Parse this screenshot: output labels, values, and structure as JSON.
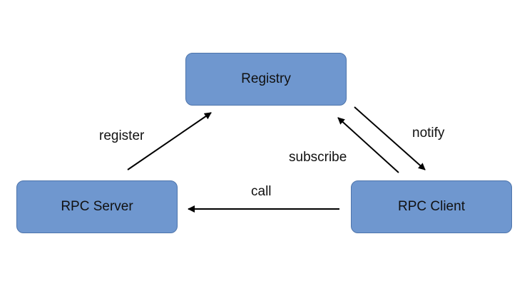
{
  "nodes": {
    "registry": {
      "label": "Registry"
    },
    "rpc_server": {
      "label": "RPC Server"
    },
    "rpc_client": {
      "label": "RPC Client"
    }
  },
  "edges": {
    "register": {
      "label": "register",
      "from": "RPC Server",
      "to": "Registry"
    },
    "notify": {
      "label": "notify",
      "from": "Registry",
      "to": "RPC Client"
    },
    "subscribe": {
      "label": "subscribe",
      "from": "RPC Client",
      "to": "Registry"
    },
    "call": {
      "label": "call",
      "from": "RPC Client",
      "to": "RPC Server"
    }
  },
  "colors": {
    "node_fill": "#6f97cf",
    "node_border": "#4d74ab",
    "arrow": "#000000",
    "background": "#ffffff"
  }
}
